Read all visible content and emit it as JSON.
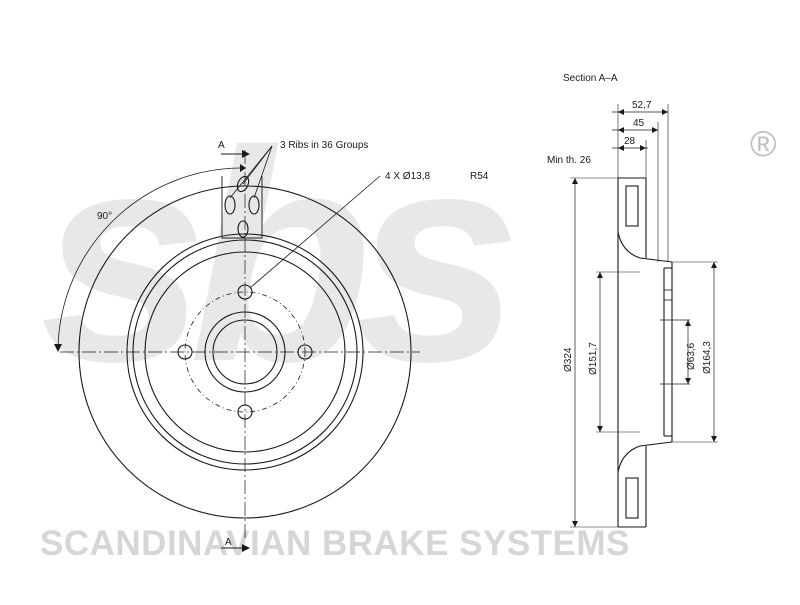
{
  "watermark": {
    "logo_text": "sbs",
    "registered_mark": "®",
    "tagline": "SCANDINAVIAN BRAKE SYSTEMS"
  },
  "front_view": {
    "section_marker_top": "A",
    "section_marker_bottom": "A",
    "angle_label": "90°",
    "ribs_note": "3 Ribs in 36 Groups",
    "holes_note": "4 X Ø13,8",
    "radius_note": "R54"
  },
  "section_view": {
    "title": "Section A–A",
    "min_thickness_label": "Min th. 26",
    "dims_horizontal": {
      "overall": "52,7",
      "mid": "45",
      "thickness": "28"
    },
    "dims_vertical": {
      "outer_diameter": "Ø324",
      "hat_diameter": "Ø151,7",
      "center_bore": "Ø63,6",
      "flange_diameter": "Ø164,3"
    }
  },
  "colors": {
    "line": "#1a1a1a",
    "watermark": "#e6e6e6"
  }
}
